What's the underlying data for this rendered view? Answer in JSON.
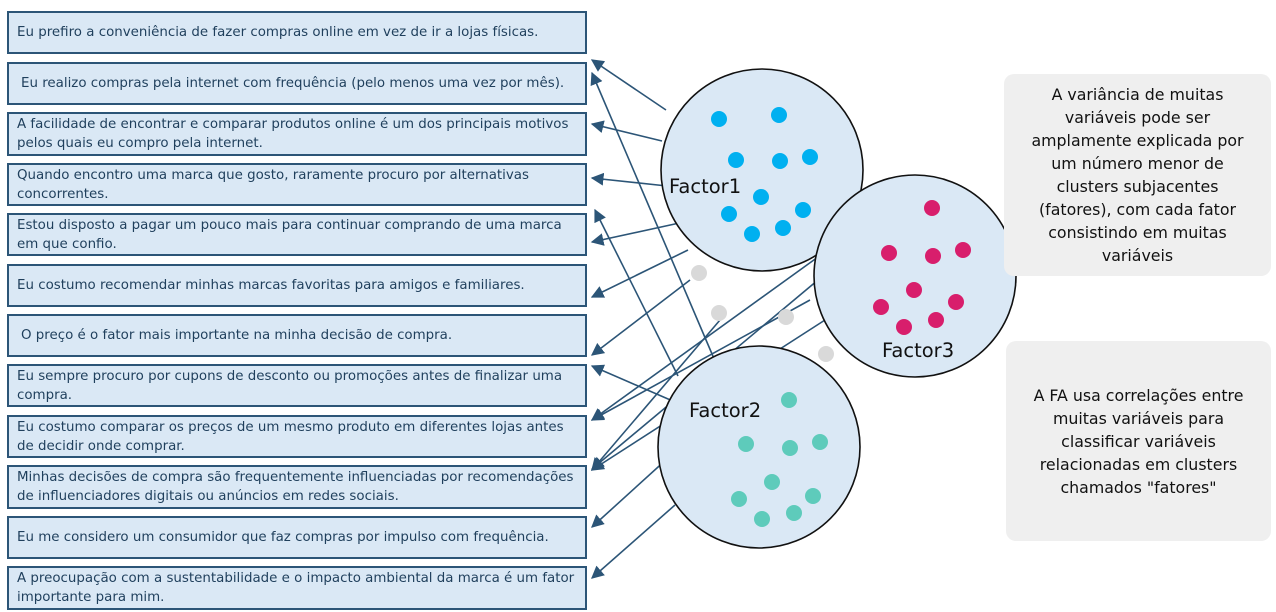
{
  "items": [
    "Eu prefiro a conveniência de fazer compras online em vez de ir a lojas físicas.",
    "Eu realizo compras pela internet com frequência (pelo menos uma vez por mês).",
    "A facilidade de encontrar e comparar produtos online é um dos principais motivos pelos quais eu compro pela internet.",
    "Quando encontro uma marca que gosto, raramente procuro por alternativas concorrentes.",
    "Estou disposto a pagar um pouco mais para continuar comprando de uma marca em que confio.",
    "Eu costumo recomendar minhas marcas favoritas para amigos e familiares.",
    "O preço é o fator mais importante na minha decisão de compra.",
    "Eu sempre procuro por cupons de desconto ou promoções antes de finalizar uma compra.",
    "Eu costumo comparar os preços de um mesmo produto em diferentes lojas antes de decidir onde comprar.",
    "Minhas decisões de compra são frequentemente influenciadas por recomendações de influenciadores digitais ou anúncios em redes sociais.",
    "Eu me considero um consumidor que faz compras por impulso com frequência.",
    "A preocupação com a sustentabilidade e o impacto ambiental da marca é um fator importante para mim."
  ],
  "factors": [
    {
      "label": "Factor1",
      "dot_color": "#00b0f0"
    },
    {
      "label": "Factor2",
      "dot_color": "#5ecbbb"
    },
    {
      "label": "Factor3",
      "dot_color": "#d81e6c"
    }
  ],
  "notes": {
    "variance": "A variância de muitas variáveis pode ser amplamente explicada por um número menor de clusters subjacentes (fatores), com cada fator consistindo em muitas variáveis",
    "fa": "A FA usa correlações entre muitas variáveis para classificar variáveis relacionadas em clusters chamados \"fatores\""
  },
  "colors": {
    "item_fill": "#dae8f5",
    "item_border": "#2c5577",
    "circle_fill": "#dae8f5",
    "connector": "#2c5577",
    "loose_dot": "#d9d9d9",
    "note_fill": "#efefef"
  }
}
